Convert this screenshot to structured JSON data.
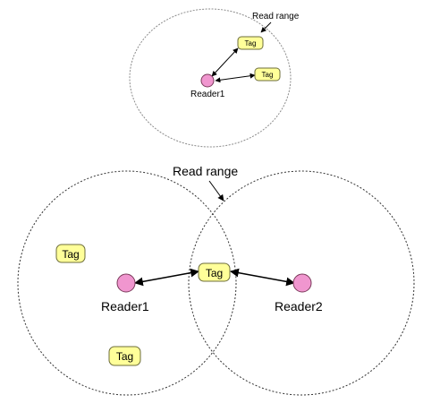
{
  "colors": {
    "reader_fill": "#f096cf",
    "tag_fill": "#ffff99"
  },
  "top": {
    "range_label": "Read range",
    "reader_label": "Reader1",
    "tag_labels": [
      "Tag",
      "Tag"
    ]
  },
  "bottom": {
    "range_label": "Read range",
    "reader1_label": "Reader1",
    "reader2_label": "Reader2",
    "tag_labels": [
      "Tag",
      "Tag",
      "Tag"
    ]
  }
}
